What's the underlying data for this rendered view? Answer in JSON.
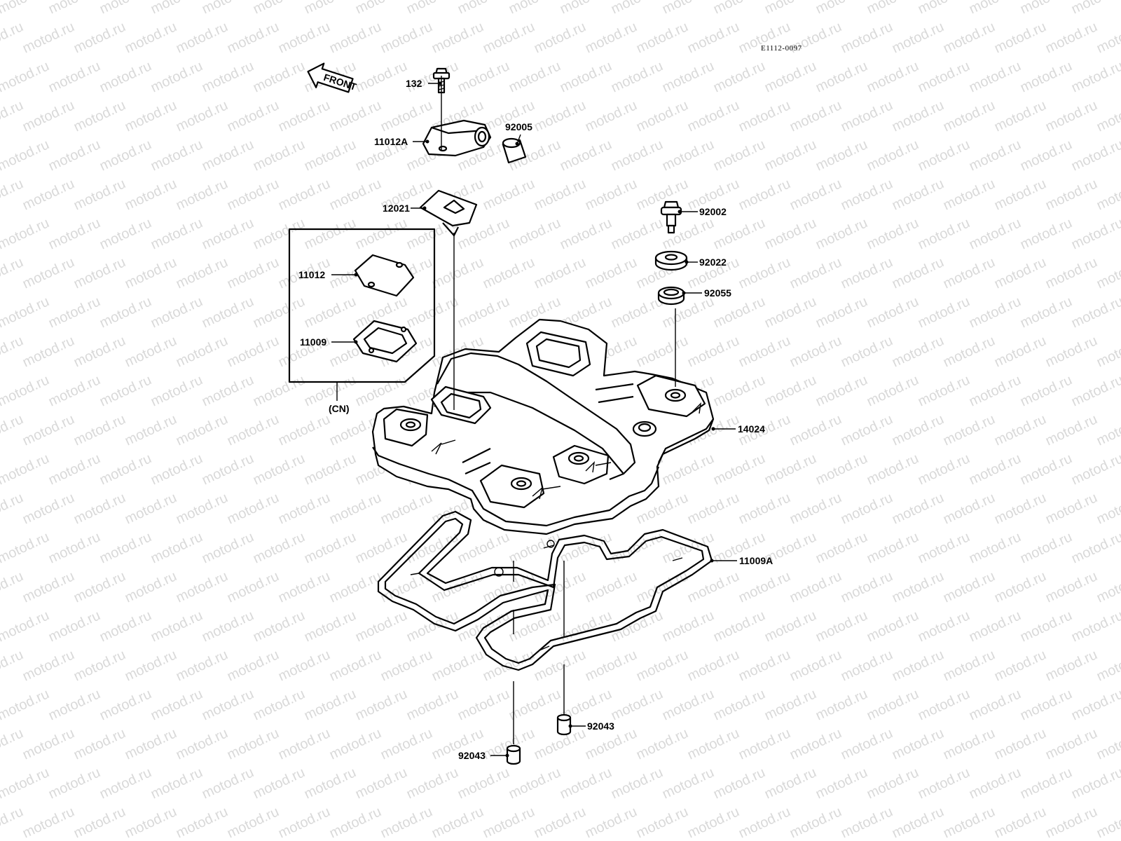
{
  "watermark": "motod.ru",
  "diagram_code": "E1112-0097",
  "front_label": "FRONT",
  "variant_box_label": "(CN)",
  "parts": {
    "bolt": "132",
    "breather_cover": "11012A",
    "breather_hose": "92005",
    "breather_plate": "12021",
    "cn_cover": "11012",
    "cn_gasket": "11009",
    "cover_bolt": "92002",
    "washer": "92022",
    "seal": "92055",
    "cylinder_head_cover": "14024",
    "head_cover_gasket": "11009A",
    "dowel_right": "92043",
    "dowel_left": "92043"
  }
}
